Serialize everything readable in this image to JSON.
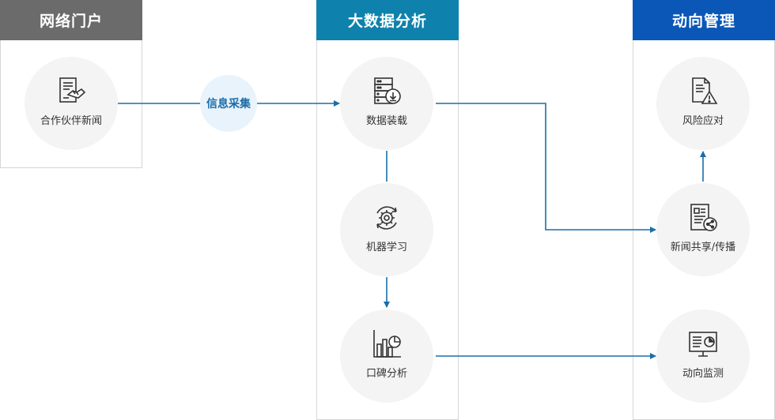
{
  "colors": {
    "header_gray": "#6b6b6b",
    "header_teal": "#0e82ac",
    "header_blue": "#0b57b8",
    "connector": "#1b6ea8"
  },
  "panels": {
    "portal": {
      "title": "网络门户"
    },
    "bigdata": {
      "title": "大数据分析"
    },
    "trend": {
      "title": "动向管理"
    }
  },
  "connector_label": "信息采集",
  "nodes": {
    "partner_news": {
      "label": "合作伙伴新闻",
      "icon": "handshake-document-icon"
    },
    "data_loading": {
      "label": "数据装载",
      "icon": "server-download-icon"
    },
    "machine_learning": {
      "label": "机器学习",
      "icon": "gear-cycle-icon"
    },
    "reputation_analysis": {
      "label": "口碑分析",
      "icon": "bar-pie-chart-icon"
    },
    "risk_response": {
      "label": "风险应对",
      "icon": "document-warning-icon"
    },
    "news_share": {
      "label": "新闻共享/传播",
      "icon": "document-share-icon"
    },
    "trend_monitor": {
      "label": "动向监测",
      "icon": "monitor-chart-icon"
    }
  }
}
